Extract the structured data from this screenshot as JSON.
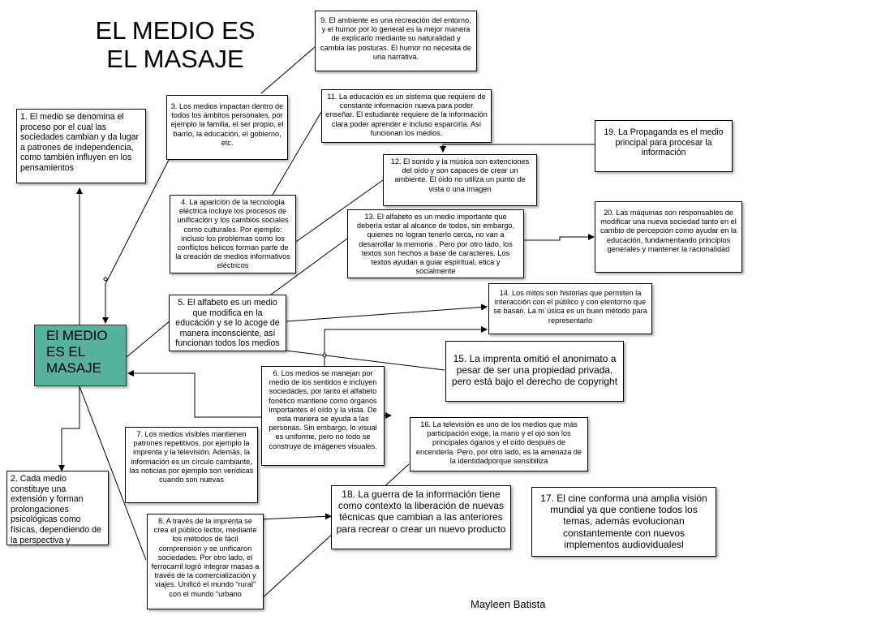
{
  "title": "EL MEDIO ES EL MASAJE",
  "center": "El MEDIO ES EL MASAJE",
  "author": "Mayleen Batista",
  "colors": {
    "center_fill": "#55b29c",
    "line": "#000000"
  },
  "nodes": {
    "n1": "1. El medio se denomina el proceso por el cual las sociedades cambian y da lugar a patrones de independencia, como también influyen en los pensamientos",
    "n2": "2. Cada medio constituye una extensión y forman prolongaciones psicológicas como físicas, dependiendo de la perspectiva y funcionamiento",
    "n3": "3.  Los medios impactan dentro de todos los ámbitos personales, por ejemplo la familia, el ser propio, el barrio, la educación, el gobierno, etc.",
    "n4": "4. La aparición de la tecnología eléctrica incluye los procesos de unificación y los cambios sociales como culturales. Por ejemplo: incluso los problemas como los conflictos bélicos forman parte de la creación de medios informativos eléctricos",
    "n5": "5. El alfabeto es un medio que modifica en la educación y se lo acoge de manera inconsciente, así funcionan todos los medios",
    "n6": "6. Los medios se manejan por medio de los sentidos e incluyen sociedades, por tanto el alfabeto fonético mantiene como órganos importantes el oído y la vista. De esta manera se ayuda a las personas. Sin embargo, lo visual es uniforme, pero no todo se construye de imágenes visuales.",
    "n7": "7. Los medios visibles mantienen patrones repetitivos, por ejemplo la imprenta y la televisión. Además, la información es un círculo cambiante, las noticias por ejemplo son verídicas cuando son nuevas",
    "n8": "8. A través de la imprenta se crea el público lector, mediante los métodos de fácil comprensión y se unificaron sociedades. Por otro lado, el ferrocarril logró integrar masas a través de la comercialización y viajes. Unificó el mundo “rural” con el mundo “urbano",
    "n9": "9. El ambiente es una recreación del entorno, y el humor por lo general es la mejor manera de explicarlo mediante su naturalidad y cambia las posturas. El humor no necesita de una narrativa.",
    "n11": "11. La educación es un sistema que requiere de constante información nueva para poder enseñar. El estudiante requiere de la información clara poder aprender e incluso esparcirla. Así funcionan los medios.",
    "n12": "12. El sonido y la música son extenciones del oído y son capaces de crear un ambiente. El óido no utiliza un punto de vista o una imagen",
    "n13": "13. El alfabeto es un medio  importante que debería estar al alcance de todos, sin embargo, quienes no logran tenerlo cerca, no van a desarrollar la memoria . Pero por otro lado, los textos son hechos a  base de caracteres. Los textos ayudan a guiar espiritual, etica y socialmente",
    "n14": "14. Los mitos son historias que permiten la interacción con el público y con elentorno que se basan. La m´úsica es un buen método para representarlo",
    "n15": "15. La imprenta omitió el anonimato  a pesar de ser una propiedad privada, pero está bajo el derecho de copyright",
    "n16": "16.  La televisión es uno de los medios que más participación exige, la mano y el ojo son los principales óganos y el oído después de encenderla. Pero, por otro lado, es la amenaza de la identidadporque sensibiliza",
    "n17": "17. El cine conforma una amplia visión mundial ya que contiene todos los temas, además evolucionan constantemente con nuevos implementos audiovidualesl",
    "n18": "18. La guerra de la información tiene como contexto la liberación de nuevas técnicas que cambian a las anteriores para recrear o crear un nuevo producto",
    "n19": "19.  La  Propaganda es el medio principal para procesar la información",
    "n20": "20. Las máquinas son responsables de modificar una nueva sociedad tanto en el cambio de percepción como ayudar en la educación, fundamentando principios generales y mantener la racionalidad"
  }
}
